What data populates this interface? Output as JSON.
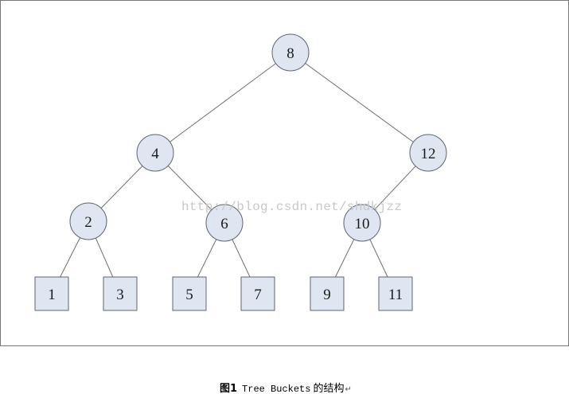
{
  "diagram": {
    "watermark": "http://blog.csdn.net/shdkjzz",
    "caption": {
      "prefix": "图1",
      "title": "Tree Buckets",
      "suffix": "的结构",
      "mark": "↵"
    },
    "nodes": [
      {
        "id": "n8",
        "label": "8",
        "shape": "circle"
      },
      {
        "id": "n4",
        "label": "4",
        "shape": "circle"
      },
      {
        "id": "n12",
        "label": "12",
        "shape": "circle"
      },
      {
        "id": "n2",
        "label": "2",
        "shape": "circle"
      },
      {
        "id": "n6",
        "label": "6",
        "shape": "circle"
      },
      {
        "id": "n10",
        "label": "10",
        "shape": "circle"
      },
      {
        "id": "b1",
        "label": "1",
        "shape": "square"
      },
      {
        "id": "b3",
        "label": "3",
        "shape": "square"
      },
      {
        "id": "b5",
        "label": "5",
        "shape": "square"
      },
      {
        "id": "b7",
        "label": "7",
        "shape": "square"
      },
      {
        "id": "b9",
        "label": "9",
        "shape": "square"
      },
      {
        "id": "b11",
        "label": "11",
        "shape": "square"
      }
    ],
    "edges": [
      {
        "from": "n8",
        "to": "n4"
      },
      {
        "from": "n8",
        "to": "n12"
      },
      {
        "from": "n4",
        "to": "n2"
      },
      {
        "from": "n4",
        "to": "n6"
      },
      {
        "from": "n12",
        "to": "n10"
      },
      {
        "from": "n2",
        "to": "b1"
      },
      {
        "from": "n2",
        "to": "b3"
      },
      {
        "from": "n6",
        "to": "b5"
      },
      {
        "from": "n6",
        "to": "b7"
      },
      {
        "from": "n10",
        "to": "b9"
      },
      {
        "from": "n10",
        "to": "b11"
      }
    ],
    "colors": {
      "node_fill": "#dfe6f1",
      "node_stroke": "#5f6470",
      "edge": "#707070",
      "frame": "#777777"
    }
  }
}
